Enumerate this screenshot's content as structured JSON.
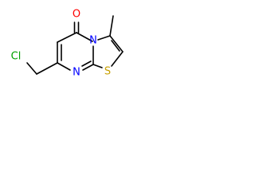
{
  "molecule": {
    "atoms": {
      "oxygen": {
        "label": "O",
        "color": "#FF0000"
      },
      "nitrogen_ring": {
        "label": "N",
        "color": "#0000FF"
      },
      "nitrogen_imine": {
        "label": "N",
        "color": "#0000FF"
      },
      "sulfur": {
        "label": "S",
        "color": "#C8A000"
      },
      "chlorine": {
        "label": "Cl",
        "color": "#00A000"
      }
    },
    "bond_color": "#000000"
  }
}
